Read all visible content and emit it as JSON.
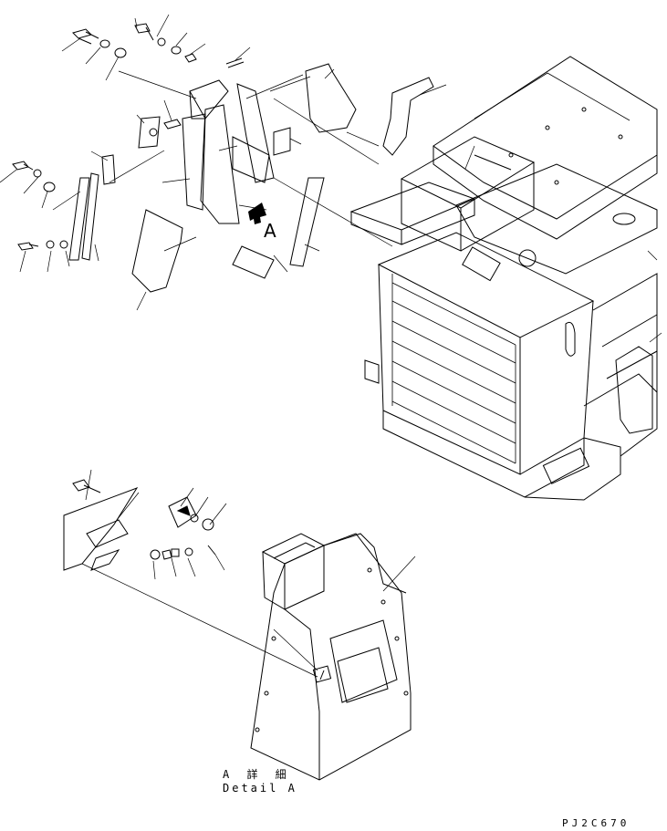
{
  "labels": {
    "view_arrow": "A",
    "detail_jp": "A 詳 細",
    "detail_en": "Detail A",
    "drawing_code": "PJ2C670"
  },
  "icons": [
    "view-direction-arrow-icon"
  ]
}
